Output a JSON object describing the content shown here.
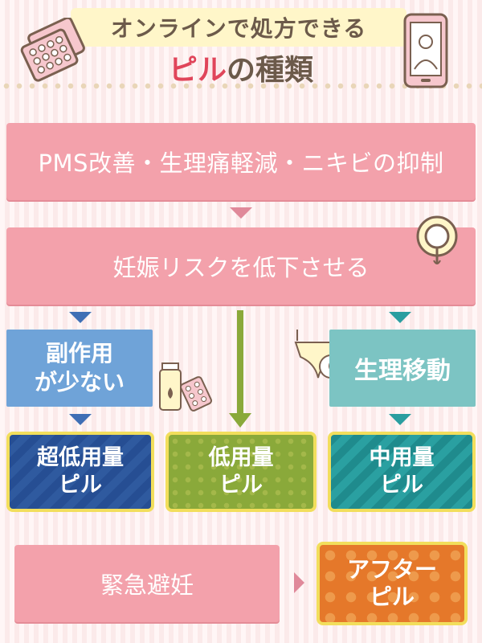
{
  "header": {
    "subtitle": "オンラインで処方できる",
    "title_highlight": "ピル",
    "title_rest": "の種類"
  },
  "benefits_bar": "PMS改善・生理痛軽減・ニキビの抑制",
  "contraception_bar": "妊娠リスクを低下させる",
  "low_side_effects": {
    "line1": "副作用",
    "line2": "が少ない"
  },
  "period_shift": "生理移動",
  "pill_types": {
    "ultra_low": {
      "line1": "超低用量",
      "line2": "ピル"
    },
    "low": {
      "line1": "低用量",
      "line2": "ピル"
    },
    "medium": {
      "line1": "中用量",
      "line2": "ピル"
    }
  },
  "emergency": "緊急避妊",
  "after_pill": {
    "line1": "アフター",
    "line2": "ピル"
  },
  "colors": {
    "pink": "#f3a1ab",
    "blue": "#6fa3d8",
    "teal": "#7cc4c3",
    "navy": "#264e93",
    "green": "#8aa93a",
    "dark_teal": "#1f8b8d",
    "orange": "#e5782a",
    "yellow_border": "#f2de5c"
  },
  "icons": [
    "pill-pack-icon",
    "smartphone-doctor-icon",
    "ring-icon",
    "medicine-bottle-icon",
    "underwear-icon"
  ]
}
